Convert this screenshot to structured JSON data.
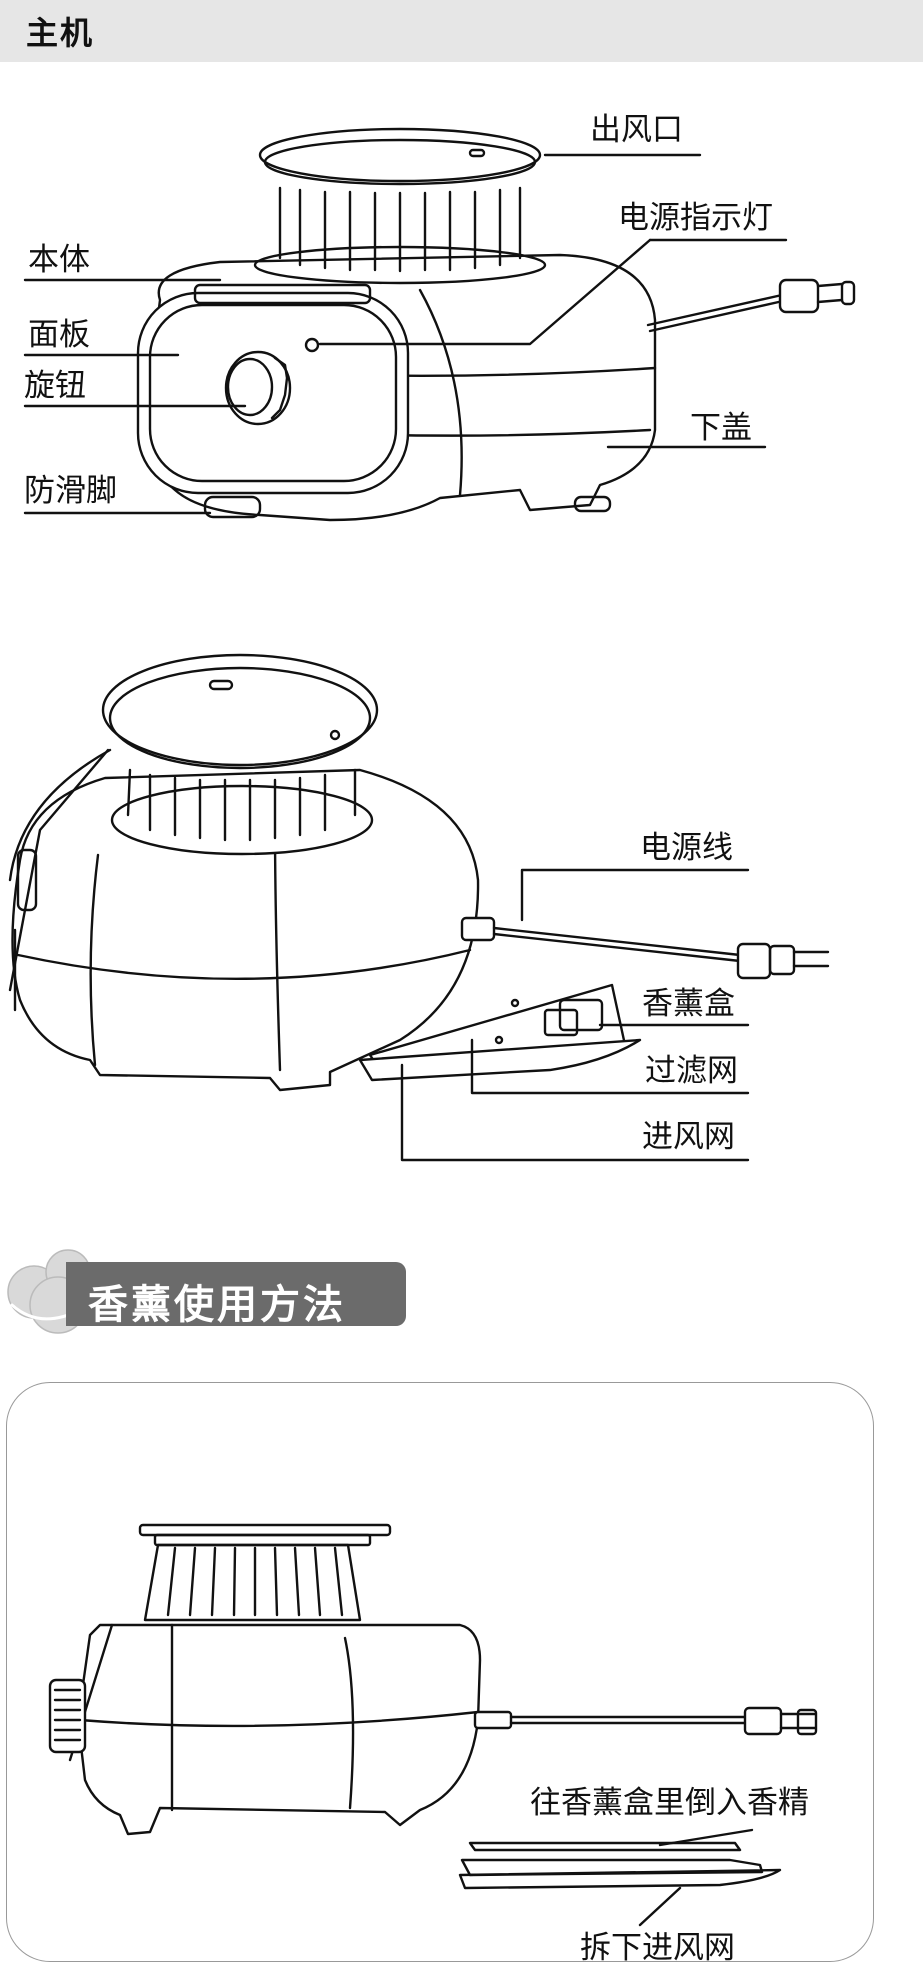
{
  "header": {
    "title": "主机"
  },
  "figure1": {
    "labels": {
      "air_outlet": "出风口",
      "power_indicator": "电源指示灯",
      "body": "本体",
      "panel": "面板",
      "knob": "旋钮",
      "lower_cover": "下盖",
      "anti_slip_feet": "防滑脚"
    }
  },
  "figure2": {
    "labels": {
      "power_cord": "电源线",
      "aroma_box": "香薰盒",
      "filter": "过滤网",
      "intake_mesh": "进风网"
    }
  },
  "section": {
    "title": "香薰使用方法"
  },
  "figure3": {
    "labels": {
      "pour_essence": "往香薰盒里倒入香精",
      "remove_intake_mesh": "拆下进风网"
    }
  }
}
